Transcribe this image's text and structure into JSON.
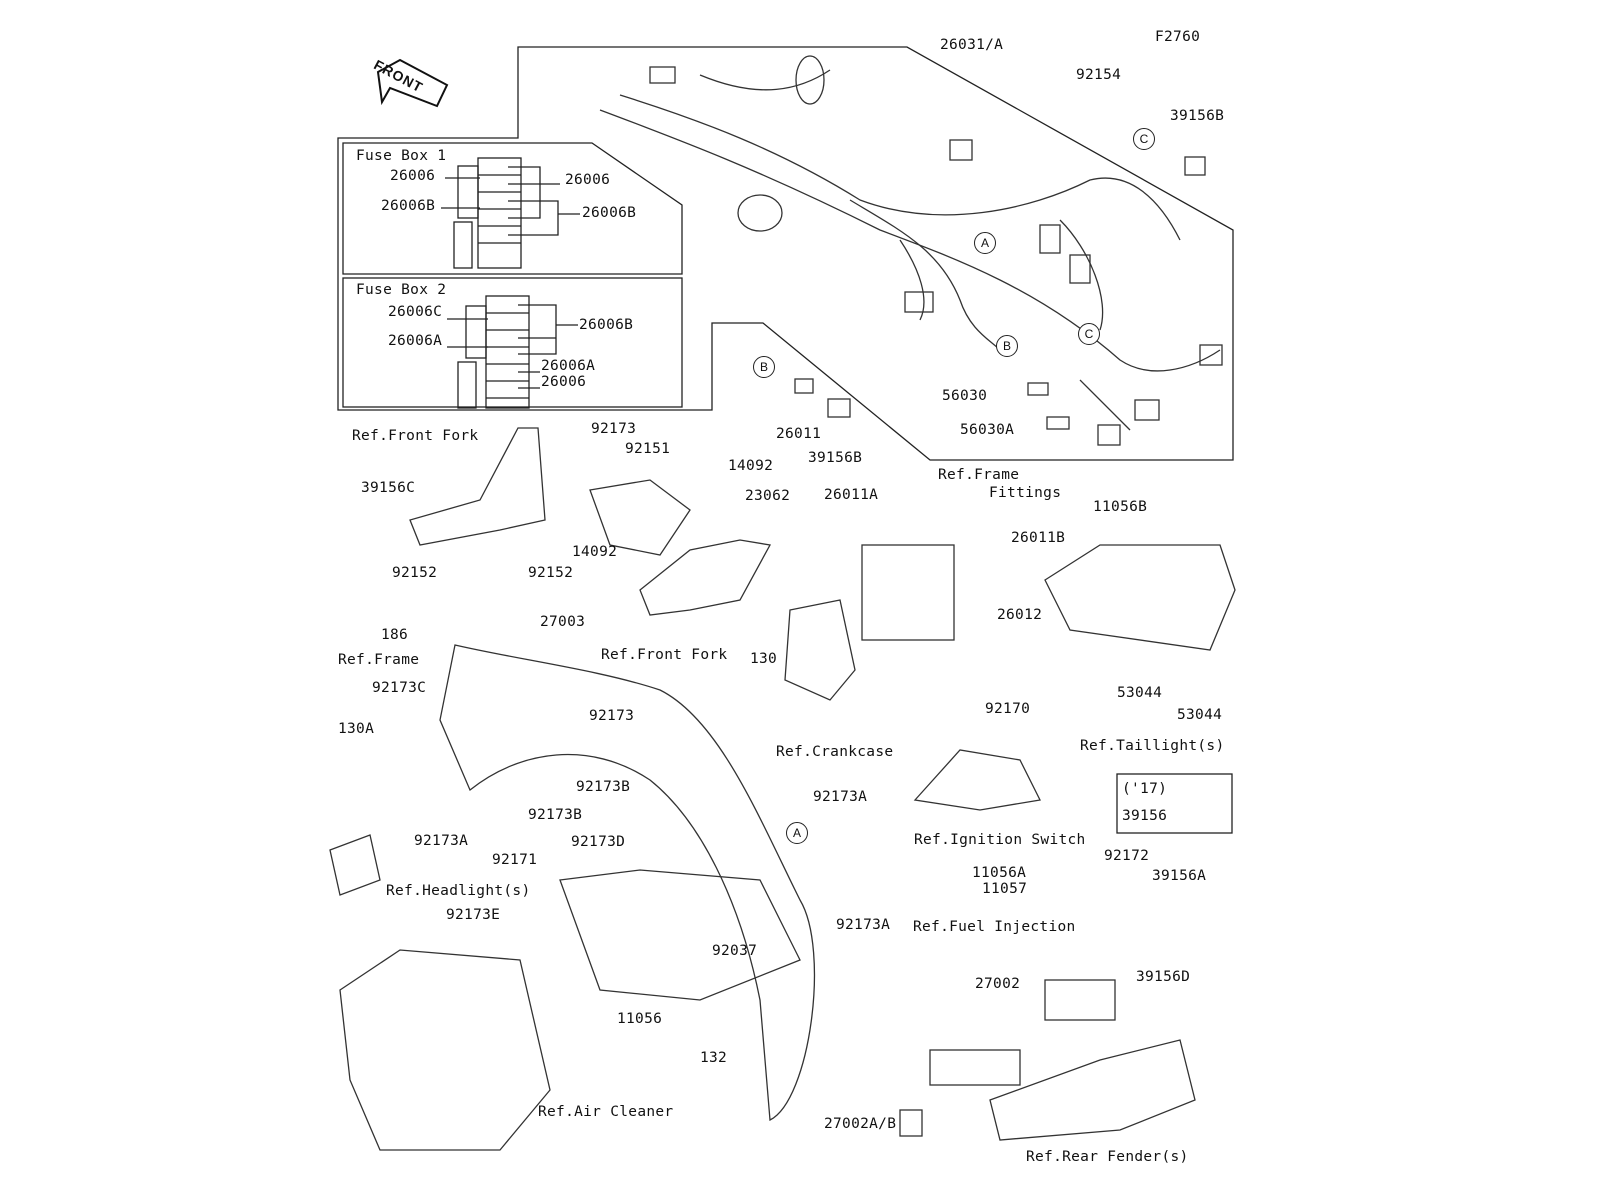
{
  "diagram_code": "F2760",
  "front_arrow": "FRONT",
  "fuse_box_1": {
    "title": "Fuse Box 1"
  },
  "fuse_box_2": {
    "title": "Fuse Box 2"
  },
  "year_box": {
    "title": "('17)",
    "part": "39156"
  },
  "callouts": [
    "A",
    "B",
    "C",
    "A",
    "B",
    "C",
    "A"
  ],
  "labels": [
    "26031/A",
    "92154",
    "39156B",
    "26006",
    "26006",
    "26006B",
    "26006B",
    "26006C",
    "26006B",
    "26006A",
    "26006A",
    "26006",
    "56030",
    "56030A",
    "26011",
    "39156B",
    "Ref.Front Fork",
    "92173",
    "92151",
    "14092",
    "23062",
    "14092",
    "39156C",
    "26011A",
    "Ref.Frame",
    "Fittings",
    "11056B",
    "26011B",
    "92152",
    "92152",
    "27003",
    "186",
    "26012",
    "130",
    "Ref.Front Fork",
    "Ref.Frame",
    "92173C",
    "53044",
    "53044",
    "130A",
    "92173",
    "92170",
    "Ref.Taillight(s)",
    "Ref.Crankcase",
    "92173B",
    "92173A",
    "92173B",
    "92173D",
    "Ref.Ignition Switch",
    "92173A",
    "92172",
    "92171",
    "11056A",
    "11057",
    "39156A",
    "Ref.Headlight(s)",
    "92173E",
    "92173A",
    "Ref.Fuel Injection",
    "39156D",
    "92037",
    "27002",
    "11056",
    "132",
    "Ref.Air Cleaner",
    "27002A/B",
    "Ref.Rear Fender(s)"
  ]
}
